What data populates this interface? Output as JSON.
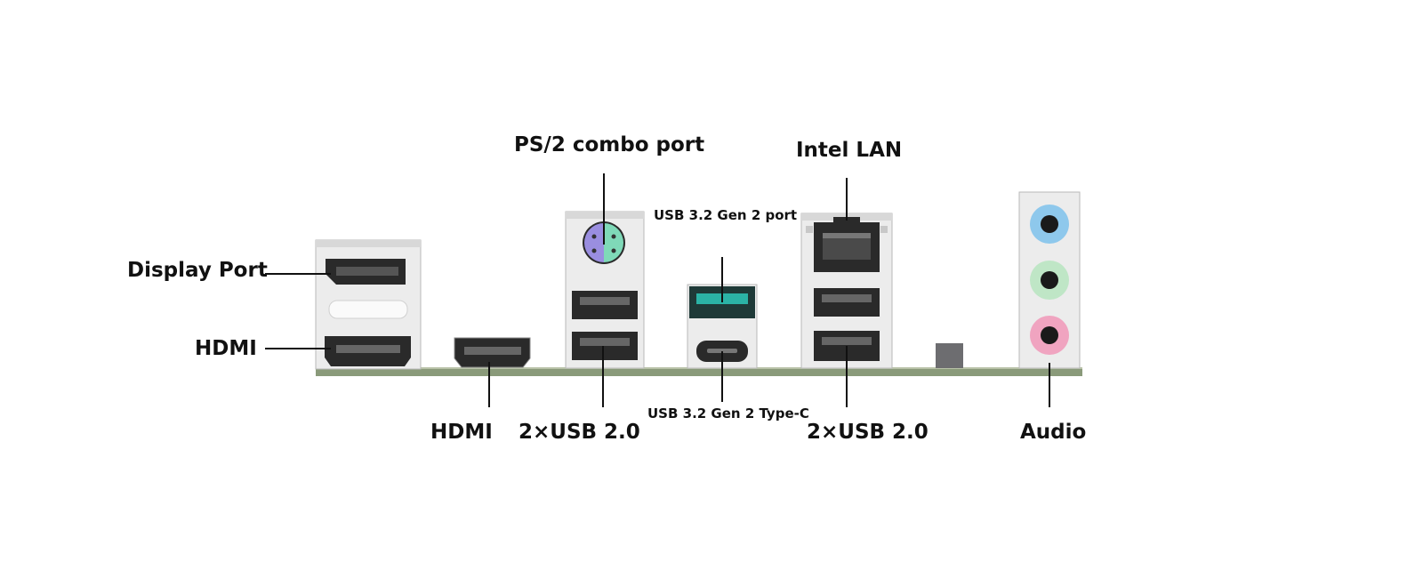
{
  "labels": {
    "display_port": "Display Port",
    "hdmi_left": "HDMI",
    "hdmi_bottom": "HDMI",
    "ps2": "PS/2 combo port",
    "usb_left": "2×USB 2.0",
    "usb32_port": "USB 3.2 Gen 2 port",
    "usb32_typec": "USB 3.2 Gen 2 Type-C",
    "intel_lan": "Intel LAN",
    "usb_right": "2×USB 2.0",
    "audio": "Audio"
  },
  "colors": {
    "ps2_mouse": "#7fd9b8",
    "ps2_keyboard": "#9a8ee0",
    "usb32_teal": "#2bb3a6",
    "audio_blue": "#8ec8ec",
    "audio_green": "#bfe6c6",
    "audio_pink": "#f0a4c0",
    "pcb": "#8a9a7a",
    "shield": "#ececec"
  },
  "icons": [
    "displayport-icon",
    "hdmi-icon",
    "ps2-icon",
    "usb-a-icon",
    "usb-c-icon",
    "rj45-icon",
    "audio-jack-icon"
  ]
}
